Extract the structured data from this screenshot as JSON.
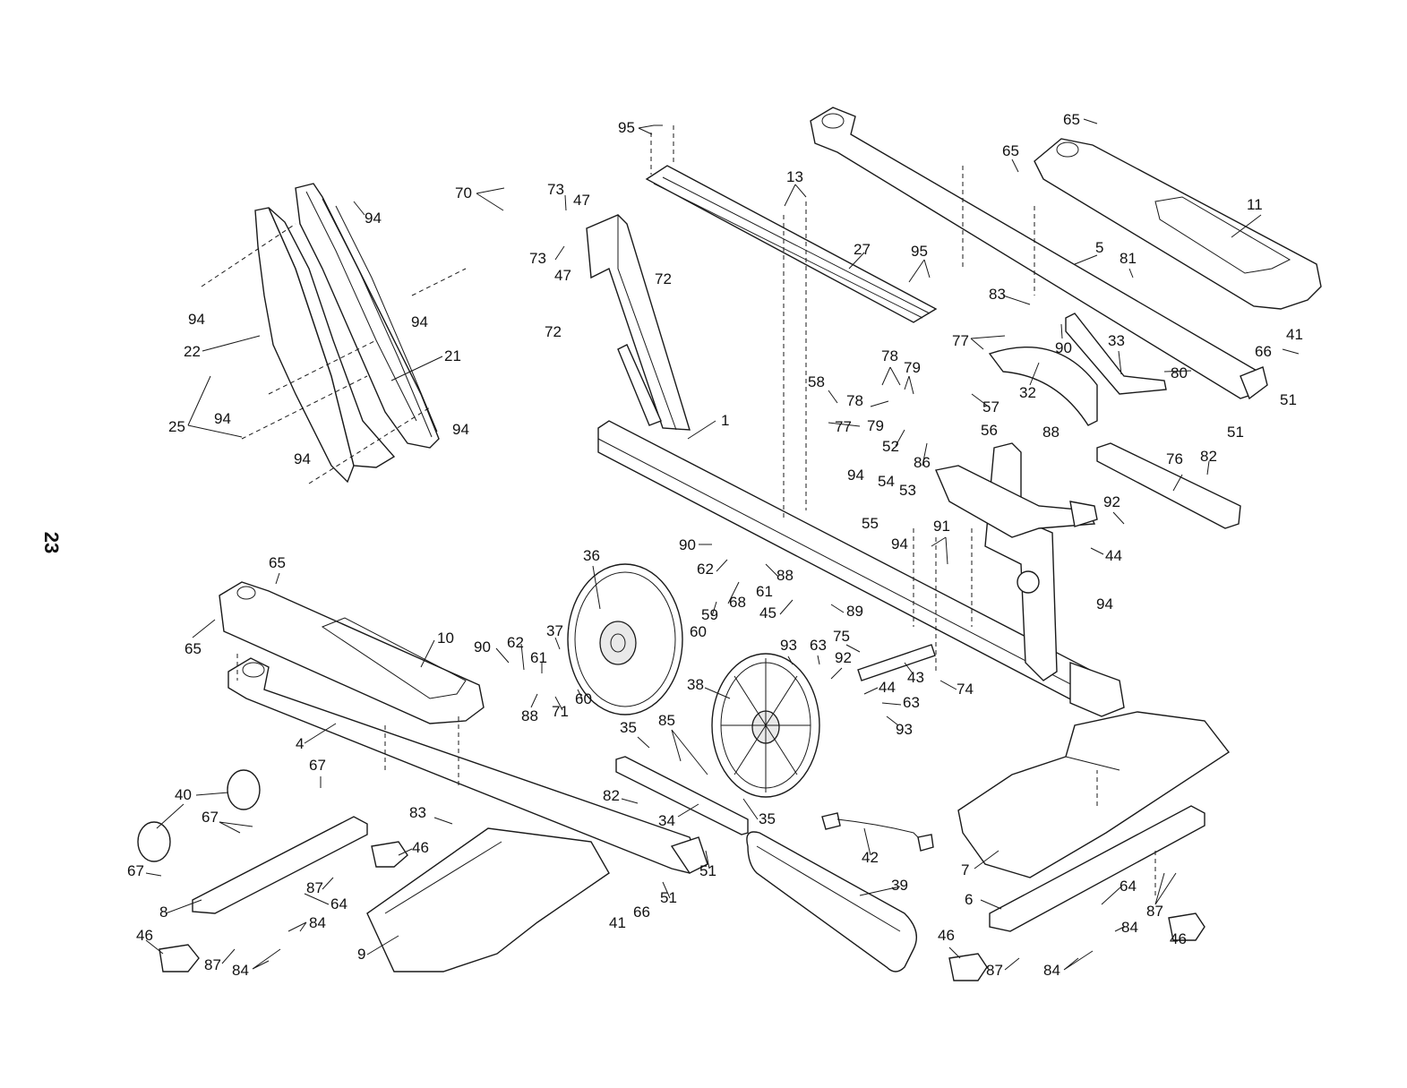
{
  "page_number": "23",
  "callouts": [
    {
      "key": "c95a",
      "text": "95"
    },
    {
      "key": "c13",
      "text": "13"
    },
    {
      "key": "c65a",
      "text": "65"
    },
    {
      "key": "c65b",
      "text": "65"
    },
    {
      "key": "c70",
      "text": "70"
    },
    {
      "key": "c73a",
      "text": "73"
    },
    {
      "key": "c47a",
      "text": "47"
    },
    {
      "key": "c73b",
      "text": "73"
    },
    {
      "key": "c47b",
      "text": "47"
    },
    {
      "key": "c72a",
      "text": "72"
    },
    {
      "key": "c72b",
      "text": "72"
    },
    {
      "key": "c27",
      "text": "27"
    },
    {
      "key": "c95b",
      "text": "95"
    },
    {
      "key": "c11",
      "text": "11"
    },
    {
      "key": "c5",
      "text": "5"
    },
    {
      "key": "c81",
      "text": "81"
    },
    {
      "key": "c83a",
      "text": "83"
    },
    {
      "key": "c94a",
      "text": "94"
    },
    {
      "key": "c94b",
      "text": "94"
    },
    {
      "key": "c94c",
      "text": "94"
    },
    {
      "key": "c22",
      "text": "22"
    },
    {
      "key": "c21",
      "text": "21"
    },
    {
      "key": "c25",
      "text": "25"
    },
    {
      "key": "c94d",
      "text": "94"
    },
    {
      "key": "c94e",
      "text": "94"
    },
    {
      "key": "c94f",
      "text": "94"
    },
    {
      "key": "c77a",
      "text": "77"
    },
    {
      "key": "c90a",
      "text": "90"
    },
    {
      "key": "c33",
      "text": "33"
    },
    {
      "key": "c41a",
      "text": "41"
    },
    {
      "key": "c66a",
      "text": "66"
    },
    {
      "key": "c51a",
      "text": "51"
    },
    {
      "key": "c80",
      "text": "80"
    },
    {
      "key": "c78a",
      "text": "78"
    },
    {
      "key": "c79a",
      "text": "79"
    },
    {
      "key": "c58",
      "text": "58"
    },
    {
      "key": "c78b",
      "text": "78"
    },
    {
      "key": "c32",
      "text": "32"
    },
    {
      "key": "c57",
      "text": "57"
    },
    {
      "key": "c51b",
      "text": "51"
    },
    {
      "key": "c1",
      "text": "1"
    },
    {
      "key": "c77b",
      "text": "77"
    },
    {
      "key": "c79b",
      "text": "79"
    },
    {
      "key": "c52",
      "text": "52"
    },
    {
      "key": "c56",
      "text": "56"
    },
    {
      "key": "c88a",
      "text": "88"
    },
    {
      "key": "c86",
      "text": "86"
    },
    {
      "key": "c76",
      "text": "76"
    },
    {
      "key": "c82a",
      "text": "82"
    },
    {
      "key": "c94g",
      "text": "94"
    },
    {
      "key": "c54",
      "text": "54"
    },
    {
      "key": "c53",
      "text": "53"
    },
    {
      "key": "c55",
      "text": "55"
    },
    {
      "key": "c94h",
      "text": "94"
    },
    {
      "key": "c92a",
      "text": "92"
    },
    {
      "key": "c91",
      "text": "91"
    },
    {
      "key": "c44a",
      "text": "44"
    },
    {
      "key": "c36",
      "text": "36"
    },
    {
      "key": "c90b",
      "text": "90"
    },
    {
      "key": "c62a",
      "text": "62"
    },
    {
      "key": "c88b",
      "text": "88"
    },
    {
      "key": "c61a",
      "text": "61"
    },
    {
      "key": "c68",
      "text": "68"
    },
    {
      "key": "c59",
      "text": "59"
    },
    {
      "key": "c45",
      "text": "45"
    },
    {
      "key": "c89",
      "text": "89"
    },
    {
      "key": "c60a",
      "text": "60"
    },
    {
      "key": "c94i",
      "text": "94"
    },
    {
      "key": "c65c",
      "text": "65"
    },
    {
      "key": "c65d",
      "text": "65"
    },
    {
      "key": "c10",
      "text": "10"
    },
    {
      "key": "c90c",
      "text": "90"
    },
    {
      "key": "c62b",
      "text": "62"
    },
    {
      "key": "c37",
      "text": "37"
    },
    {
      "key": "c61b",
      "text": "61"
    },
    {
      "key": "c93a",
      "text": "93"
    },
    {
      "key": "c63a",
      "text": "63"
    },
    {
      "key": "c75",
      "text": "75"
    },
    {
      "key": "c92b",
      "text": "92"
    },
    {
      "key": "c43",
      "text": "43"
    },
    {
      "key": "c74",
      "text": "74"
    },
    {
      "key": "c38",
      "text": "38"
    },
    {
      "key": "c44b",
      "text": "44"
    },
    {
      "key": "c88c",
      "text": "88"
    },
    {
      "key": "c71",
      "text": "71"
    },
    {
      "key": "c60b",
      "text": "60"
    },
    {
      "key": "c63b",
      "text": "63"
    },
    {
      "key": "c93b",
      "text": "93"
    },
    {
      "key": "c4",
      "text": "4"
    },
    {
      "key": "c35a",
      "text": "35"
    },
    {
      "key": "c85",
      "text": "85"
    },
    {
      "key": "c67a",
      "text": "67"
    },
    {
      "key": "c40",
      "text": "40"
    },
    {
      "key": "c82b",
      "text": "82"
    },
    {
      "key": "c83b",
      "text": "83"
    },
    {
      "key": "c34",
      "text": "34"
    },
    {
      "key": "c35b",
      "text": "35"
    },
    {
      "key": "c67b",
      "text": "67"
    },
    {
      "key": "c46a",
      "text": "46"
    },
    {
      "key": "c42",
      "text": "42"
    },
    {
      "key": "c7",
      "text": "7"
    },
    {
      "key": "c67c",
      "text": "67"
    },
    {
      "key": "c51c",
      "text": "51"
    },
    {
      "key": "c39",
      "text": "39"
    },
    {
      "key": "c87a",
      "text": "87"
    },
    {
      "key": "c64a",
      "text": "64"
    },
    {
      "key": "c6",
      "text": "6"
    },
    {
      "key": "c64b",
      "text": "64"
    },
    {
      "key": "c8",
      "text": "8"
    },
    {
      "key": "c51d",
      "text": "51"
    },
    {
      "key": "c84a",
      "text": "84"
    },
    {
      "key": "c87b",
      "text": "87"
    },
    {
      "key": "c84b",
      "text": "84"
    },
    {
      "key": "c41b",
      "text": "41"
    },
    {
      "key": "c66b",
      "text": "66"
    },
    {
      "key": "c46b",
      "text": "46"
    },
    {
      "key": "c46c",
      "text": "46"
    },
    {
      "key": "c9",
      "text": "9"
    },
    {
      "key": "c87c",
      "text": "87"
    },
    {
      "key": "c84c",
      "text": "84"
    },
    {
      "key": "c84d",
      "text": "84"
    },
    {
      "key": "c87d",
      "text": "87"
    },
    {
      "key": "c46d",
      "text": "46"
    }
  ]
}
